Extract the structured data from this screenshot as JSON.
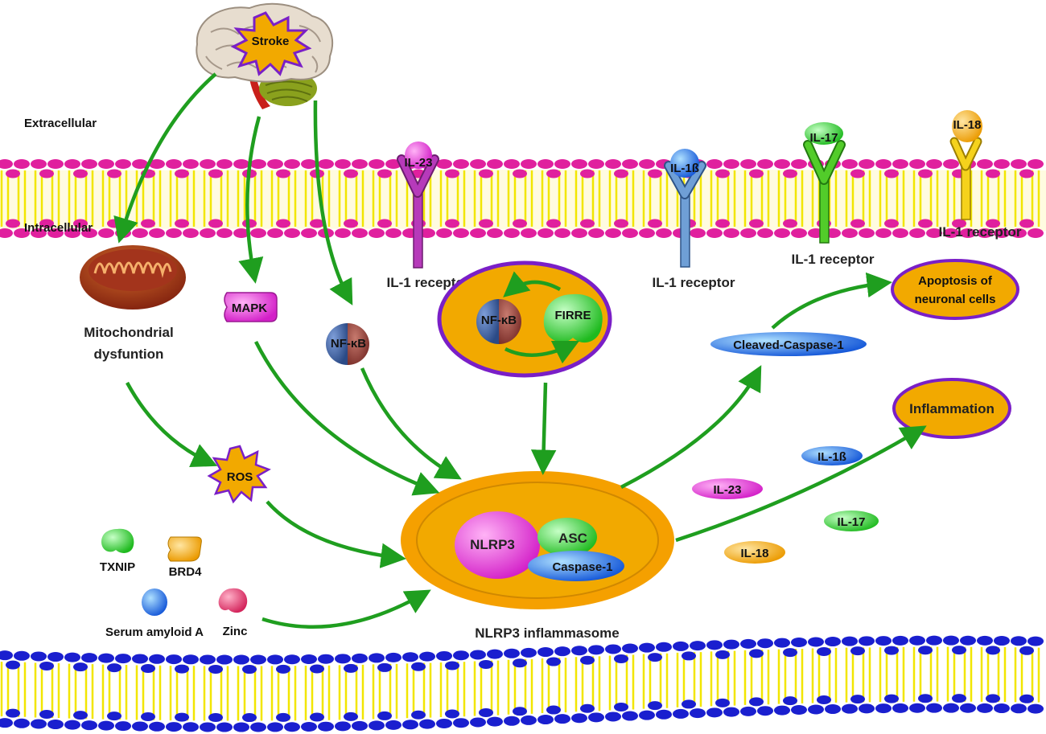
{
  "labels": {
    "stroke": "Stroke",
    "extracellular": "Extracellular",
    "intracellular": "Intracellular",
    "mito_line1": "Mitochondrial",
    "mito_line2": "dysfuntion",
    "mapk": "MAPK",
    "nfkb": "NF-κB",
    "nfkb_inner": "NF-κB",
    "firre": "FIRRE",
    "ros": "ROS",
    "txnip": "TXNIP",
    "brd4": "BRD4",
    "serum_amyloid": "Serum amyloid A",
    "zinc": "Zinc",
    "nlrp3": "NLRP3",
    "asc": "ASC",
    "caspase1": "Caspase-1",
    "inflammasome": "NLRP3 inflammasome",
    "cleaved_caspase": "Cleaved-Caspase-1",
    "apoptosis_line1": "Apoptosis of",
    "apoptosis_line2": "neuronal cells",
    "inflammation": "Inflammation",
    "il23_receptor": "IL-1 receptor",
    "il1b_receptor": "IL-1 receptor",
    "il17_receptor": "IL-1 receptor",
    "il18_receptor": "IL-1 receptor",
    "ligand_il23": "IL-23",
    "ligand_il1b": "IL-1ß",
    "ligand_il17": "IL-17",
    "ligand_il18": "IL-18",
    "cyto_il1b": "IL-1ß",
    "cyto_il23": "IL-23",
    "cyto_il17": "IL-17",
    "cyto_il18": "IL-18"
  },
  "colors": {
    "arrow": "#1f9e1f",
    "membrane_top_head": "#e0209e",
    "membrane_bottom_head": "#1a1fcf",
    "membrane_tail": "#f2e600",
    "orange_fill": "#f2a900",
    "purple_outline": "#7a1fc7",
    "nlrp3": "#ee3ee6",
    "asc": "#34d934",
    "caspase": "#1f6fe8"
  }
}
